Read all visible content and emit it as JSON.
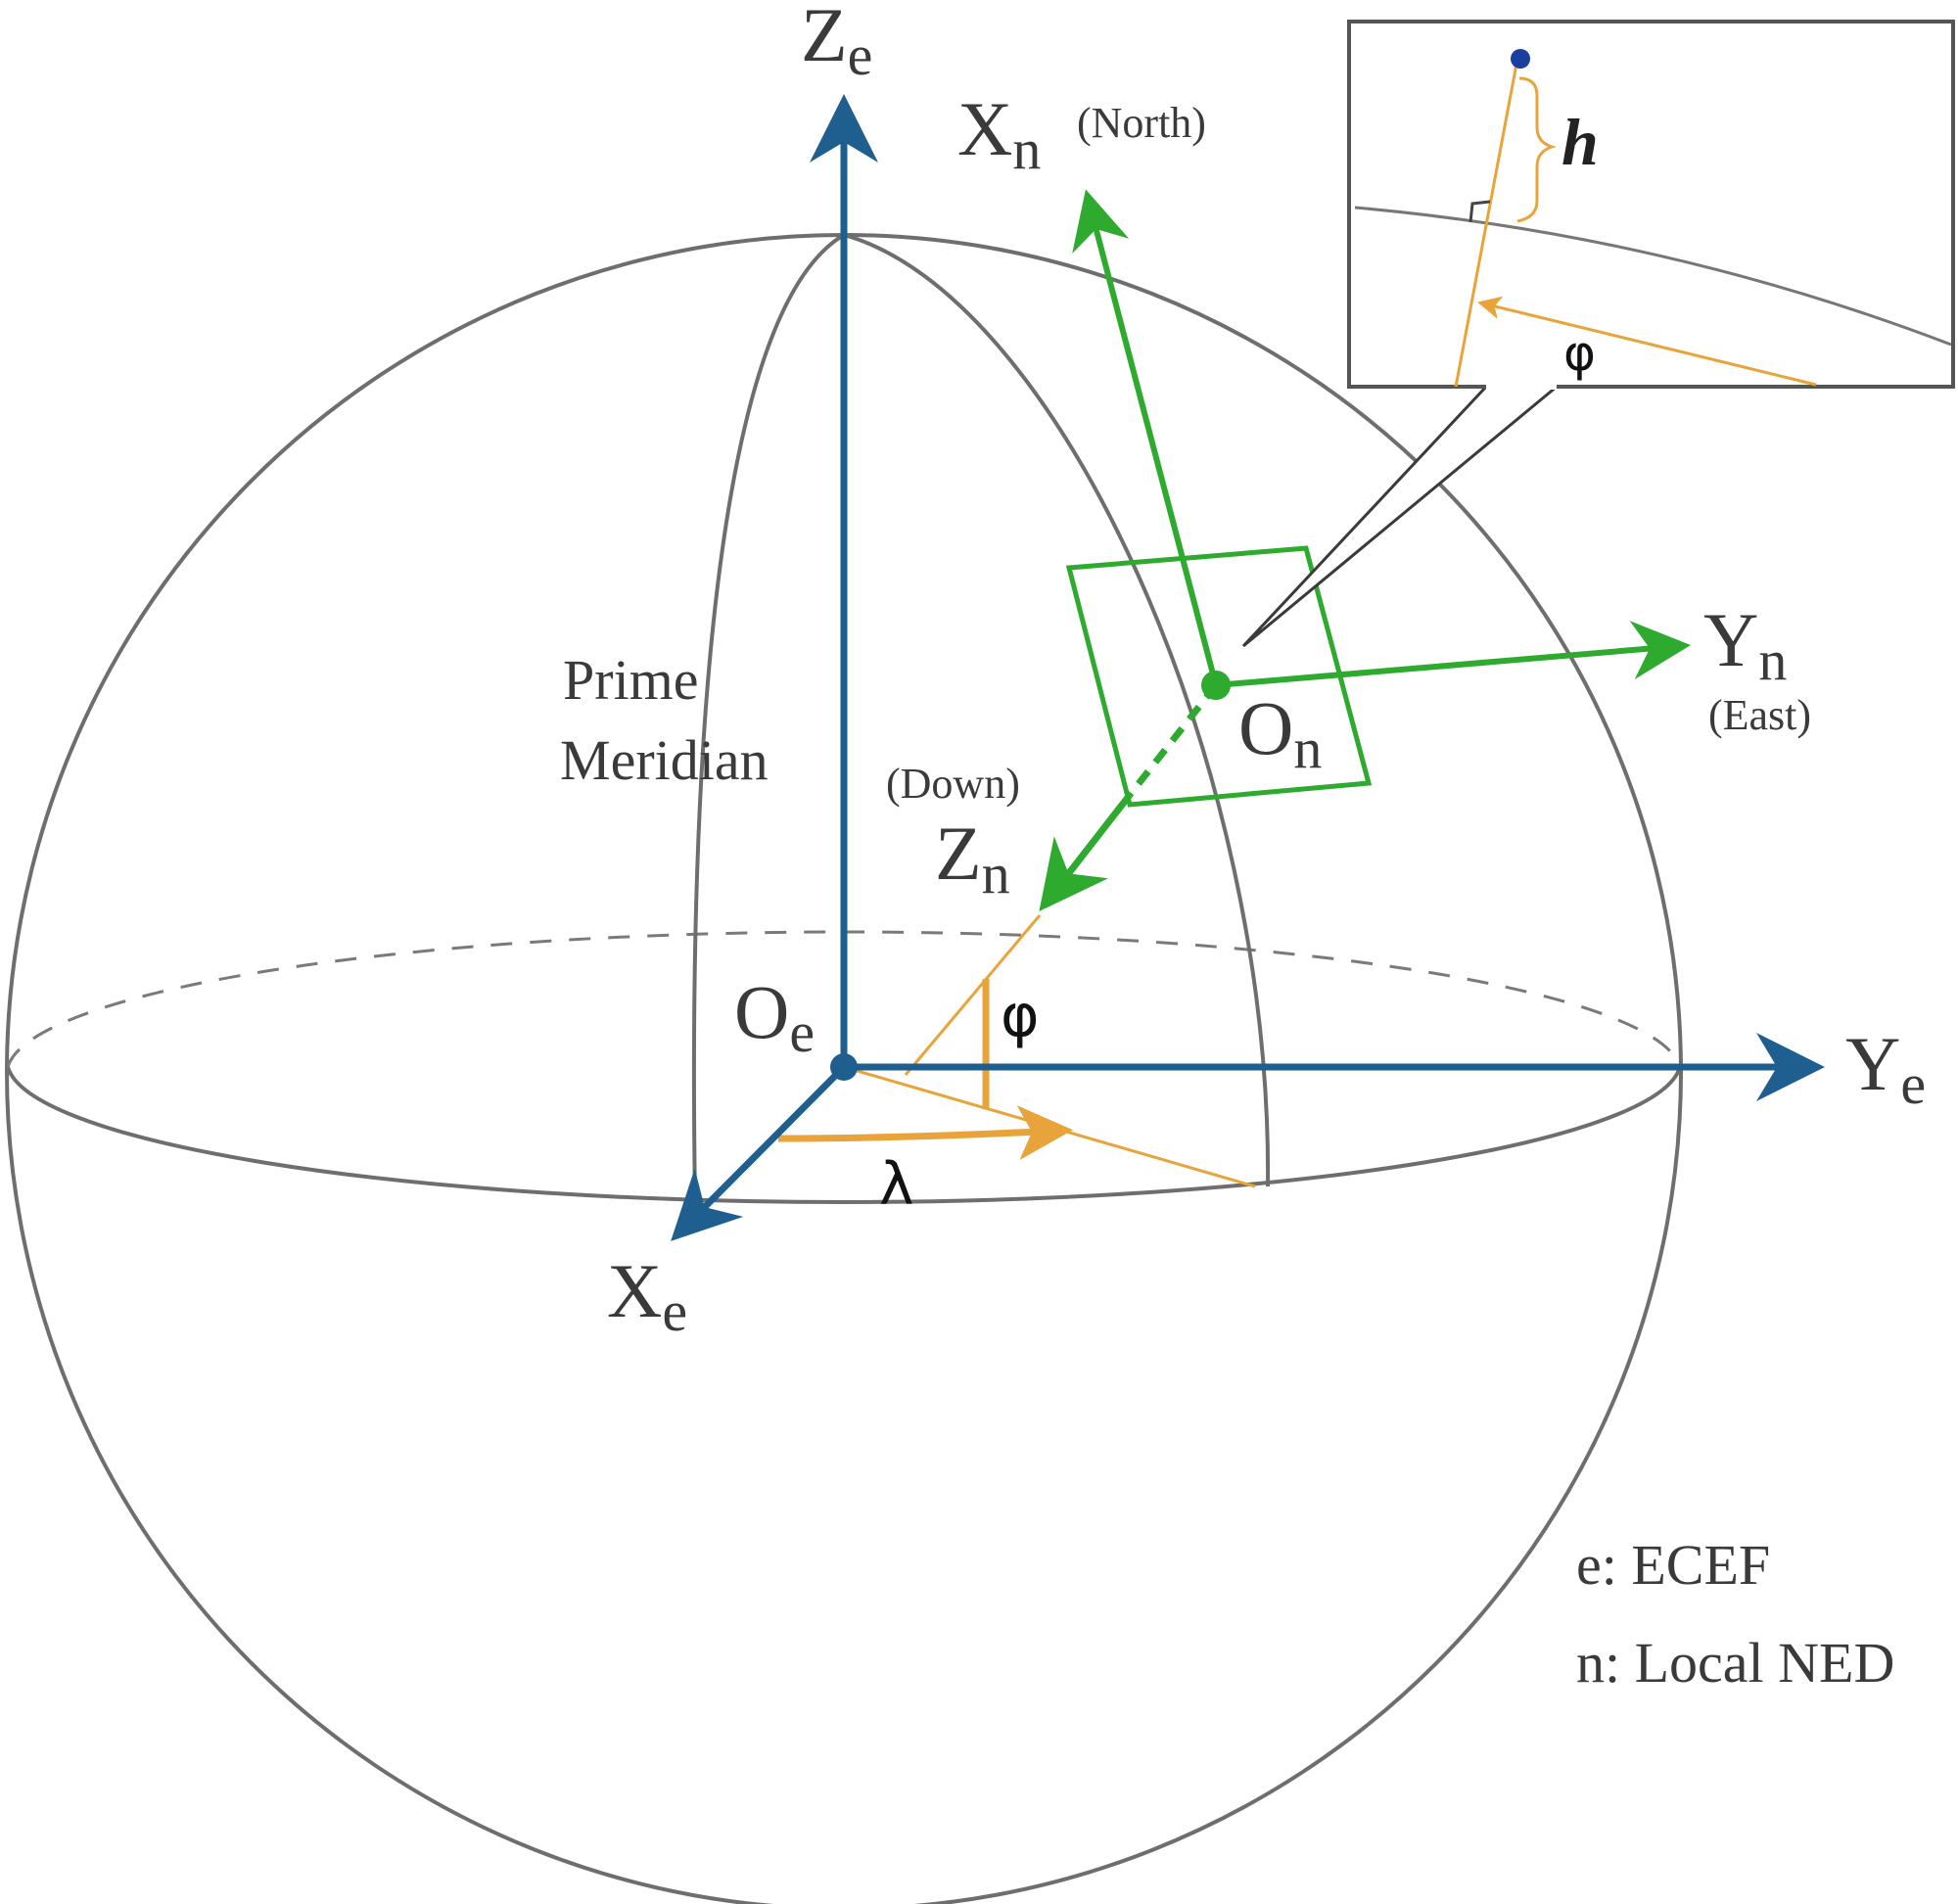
{
  "colors": {
    "ecef_axis": "#1f5f8f",
    "ned_axis": "#2eaa2e",
    "angle": "#e8a43a",
    "sphere": "#6e6e6e",
    "point": "#1a3fa0"
  },
  "ecef": {
    "z_axis": {
      "main": "Z",
      "sub": "e"
    },
    "y_axis": {
      "main": "Y",
      "sub": "e"
    },
    "x_axis": {
      "main": "X",
      "sub": "e"
    },
    "origin": {
      "main": "O",
      "sub": "e"
    }
  },
  "ned": {
    "x_axis": {
      "main": "X",
      "sub": "n",
      "note": "(North)"
    },
    "y_axis": {
      "main": "Y",
      "sub": "n",
      "note": "(East)"
    },
    "z_axis": {
      "main": "Z",
      "sub": "n",
      "note": "(Down)"
    },
    "origin": {
      "main": "O",
      "sub": "n"
    }
  },
  "prime_meridian": {
    "line1": "Prime",
    "line2": "Meridian"
  },
  "angles": {
    "latitude": "φ",
    "longitude": "λ"
  },
  "inset": {
    "height": "h",
    "latitude": "φ"
  },
  "legend": {
    "ecef": "e: ECEF",
    "ned": "n: Local NED"
  }
}
